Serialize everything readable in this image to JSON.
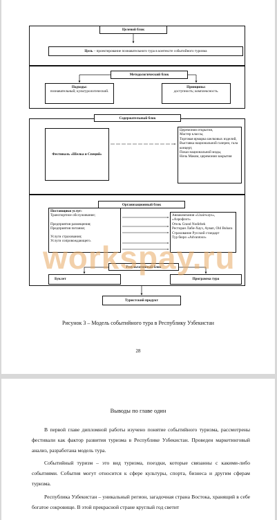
{
  "diagram": {
    "target_block": {
      "title": "Целевой блок",
      "goal_label": "Цель",
      "goal_text": " – проектирование познавательного тура в контексте событийного туризма"
    },
    "method_block": {
      "title": "Методологический блок",
      "approaches_title": "Подходы:",
      "approaches_text": "познавательный; культурологический.",
      "principles_title": "Принципы:",
      "principles_text": "доступность; комплексность."
    },
    "content_block": {
      "title": "Содержательный блок",
      "festival": "Фестиваль «Шелка и Специй»",
      "events": [
        "Церемония открытия,",
        "Мастер классы,",
        "Торговая ярмарка шелковых изделий,",
        "Выставка национальной галереи, гала концерт,",
        "Показ национальной моды,",
        "Ночь Маком, церемония закрытия"
      ]
    },
    "org_block": {
      "title": "Организационный блок",
      "suppliers_title": "Поставщики услуг:",
      "left_items": [
        "Транспортное обслуживание;",
        "Предприятия размещения;",
        "Предприятия питания;",
        "Услуги страхования;",
        "Услуги сопровождающего."
      ],
      "right_items": [
        "Авиакомпания «Uzairways», «Аэрофлот»",
        "Отель Grand Nodirbek",
        "Ресторан Лаби-Хауз, Аувап, Old Buhara",
        "Страхование Русский стандарт",
        "Тур бюро «Advantour»"
      ]
    },
    "result_block": {
      "title": "Результативный блок",
      "left": "Буклет",
      "right": "Программа тура"
    },
    "product": "Туристский продукт"
  },
  "watermark": "workspay.ru",
  "caption": "Рисунок 3 – Модель событийного тура в Республику Узбекистан",
  "page_number": "28",
  "page2": {
    "title": "Выводы по главе один",
    "paragraphs": [
      "В первой главе дипломной работы изучено понятие событийного туризма, рассмотрены фестивали как фактор развития туризма в Республике Узбекистан. Проведен маркетинговый анализ, разработана модель тура.",
      "Событийный туризм – это вид туризма, поездки, которые связанны с какими-либо событиями. События могут относится к сфере культуры, спорта, бизнеса и другим сферам туризма.",
      "Республика Узбекистан – уникальный регион, загадочная страна Востока, хранящий в себе богатое сокровище. В этой прекрасной стране круглый год светит"
    ]
  }
}
